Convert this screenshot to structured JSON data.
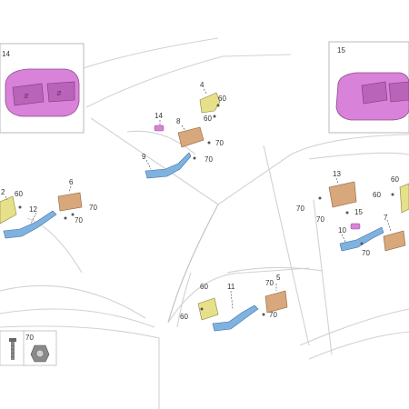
{
  "diagram": {
    "insets": [
      {
        "id": "inset-left",
        "number": "14"
      },
      {
        "id": "inset-right",
        "number": "15"
      }
    ],
    "labels": {
      "l1": "4",
      "l2": "60",
      "l3": "60",
      "l4": "14",
      "l5": "8",
      "l6": "70",
      "l7": "9",
      "l8": "70",
      "l9": "2",
      "l10": "60",
      "l11": "6",
      "l12": "12",
      "l13": "70",
      "l14": "70",
      "l15": "13",
      "l16": "60",
      "l17": "60",
      "l18": "70",
      "l19": "70",
      "l20": "15",
      "l21": "7",
      "l22": "10",
      "l23": "70",
      "l24": "60",
      "l25": "11",
      "l26": "70",
      "l27": "5",
      "l28": "70",
      "l29": "60"
    },
    "hardware_legend": {
      "item_a": "",
      "item_b": "70"
    },
    "colors": {
      "switch_pink": "#d982d9",
      "bracket_blue": "#7fb2e0",
      "module_tan": "#d8a77c",
      "bracket_yellow": "#e6e08a"
    }
  }
}
